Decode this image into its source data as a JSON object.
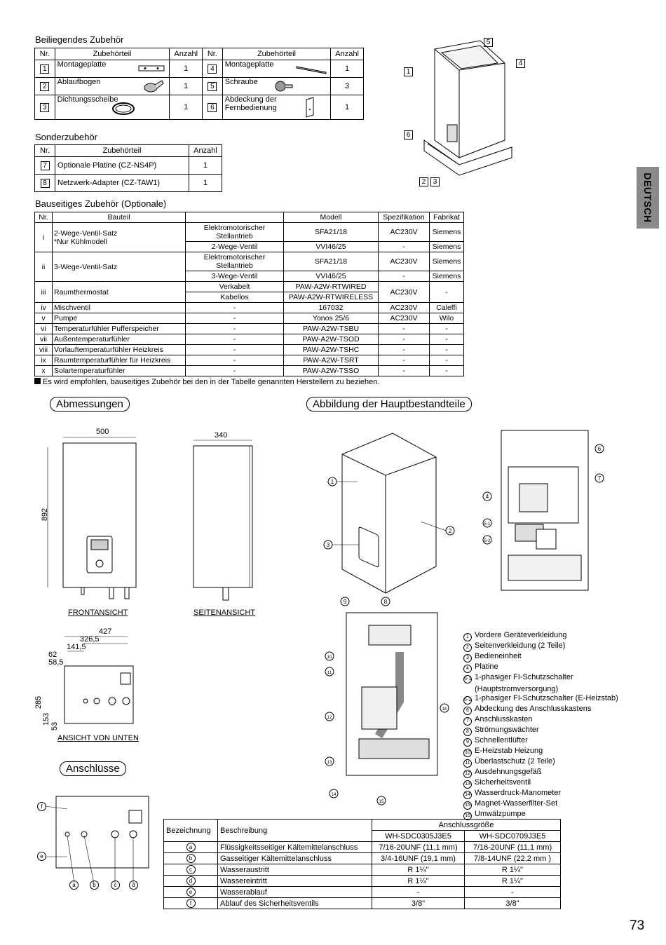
{
  "sidebar_tab": "DEUTSCH",
  "page_number": "73",
  "included": {
    "title": "Beiliegendes Zubehör",
    "headers": [
      "Nr.",
      "Zubehörteil",
      "Anzahl",
      "Nr.",
      "Zubehörteil",
      "Anzahl"
    ],
    "rows": [
      {
        "nr1": "1",
        "part1": "Montageplatte",
        "qty1": "1",
        "nr2": "4",
        "part2": "Montageplatte",
        "qty2": "1"
      },
      {
        "nr1": "2",
        "part1": "Ablaufbogen",
        "qty1": "1",
        "nr2": "5",
        "part2": "Schraube",
        "qty2": "3"
      },
      {
        "nr1": "3",
        "part1": "Dichtungsscheibe",
        "qty1": "1",
        "nr2": "6",
        "part2": "Abdeckung der Fernbedienung",
        "qty2": "1"
      }
    ]
  },
  "special": {
    "title": "Sonderzubehör",
    "headers": [
      "Nr.",
      "Zubehörteil",
      "Anzahl"
    ],
    "rows": [
      {
        "nr": "7",
        "part": "Optionale Platine (CZ-NS4P)",
        "qty": "1"
      },
      {
        "nr": "8",
        "part": "Netzwerk-Adapter (CZ-TAW1)",
        "qty": "1"
      }
    ]
  },
  "optional": {
    "title": "Bauseitiges Zubehör (Optionale)",
    "headers": [
      "Nr.",
      "Bauteil",
      "",
      "Modell",
      "Spezifikation",
      "Fabrikat"
    ],
    "i": {
      "nr": "i",
      "part": "2-Wege-Ventil-Satz\n*Nur Kühlmodell",
      "sub": [
        {
          "c": "Elektromotorischer Stellantrieb",
          "m": "SFA21/18",
          "s": "AC230V",
          "f": "Siemens"
        },
        {
          "c": "2-Wege-Ventil",
          "m": "VVI46/25",
          "s": "-",
          "f": "Siemens"
        }
      ]
    },
    "ii": {
      "nr": "ii",
      "part": "3-Wege-Ventil-Satz",
      "sub": [
        {
          "c": "Elektromotorischer Stellantrieb",
          "m": "SFA21/18",
          "s": "AC230V",
          "f": "Siemens"
        },
        {
          "c": "3-Wege-Ventil",
          "m": "VVI46/25",
          "s": "-",
          "f": "Siemens"
        }
      ]
    },
    "iii": {
      "nr": "iii",
      "part": "Raumthermostat",
      "spec": "AC230V",
      "fab": "-",
      "sub": [
        {
          "c": "Verkabelt",
          "m": "PAW-A2W-RTWIRED"
        },
        {
          "c": "Kabellos",
          "m": "PAW-A2W-RTWIRELESS"
        }
      ]
    },
    "rows": [
      {
        "nr": "iv",
        "part": "Mischventil",
        "c": "-",
        "m": "167032",
        "s": "AC230V",
        "f": "Caleffi"
      },
      {
        "nr": "v",
        "part": "Pumpe",
        "c": "-",
        "m": "Yonos 25/6",
        "s": "AC230V",
        "f": "Wilo"
      },
      {
        "nr": "vi",
        "part": "Temperaturfühler Pufferspeicher",
        "c": "-",
        "m": "PAW-A2W-TSBU",
        "s": "-",
        "f": "-"
      },
      {
        "nr": "vii",
        "part": "Außentemperaturfühler",
        "c": "-",
        "m": "PAW-A2W-TSOD",
        "s": "-",
        "f": "-"
      },
      {
        "nr": "viii",
        "part": "Vorlauftemperaturfühler Heizkreis",
        "c": "-",
        "m": "PAW-A2W-TSHC",
        "s": "-",
        "f": "-"
      },
      {
        "nr": "ix",
        "part": "Raumtemperaturfühler für Heizkreis",
        "c": "-",
        "m": "PAW-A2W-TSRT",
        "s": "-",
        "f": "-"
      },
      {
        "nr": "x",
        "part": "Solartemperaturfühler",
        "c": "-",
        "m": "PAW-A2W-TSSO",
        "s": "-",
        "f": "-"
      }
    ],
    "note": "Es wird empfohlen, bauseitiges Zubehör bei den in der Tabelle genannten Herstellern zu beziehen."
  },
  "dims": {
    "title": "Abmessungen",
    "front_label": "FRONTANSICHT",
    "side_label": "SEITENANSICHT",
    "bottom_label": "ANSICHT VON UNTEN",
    "w500": "500",
    "h892": "892",
    "d340": "340",
    "b427": "427",
    "b326": "326,5",
    "b141": "141,5",
    "b62": "62",
    "b58": "58,5",
    "b285": "285",
    "b153": "153",
    "b53": "53"
  },
  "parts_fig": {
    "title": "Abbildung der Hauptbestandteile",
    "legend": [
      {
        "n": "1",
        "t": "Vordere Geräteverkleidung"
      },
      {
        "n": "2",
        "t": "Seitenverkleidung (2 Teile)"
      },
      {
        "n": "3",
        "t": "Bedieneinheit"
      },
      {
        "n": "4",
        "t": "Platine"
      },
      {
        "n": "5-1",
        "t": "1-phasiger FI-Schutzschalter"
      },
      {
        "n": "",
        "t": "(Hauptstromversorgung)"
      },
      {
        "n": "5-2",
        "t": "1-phasiger FI-Schutzschalter (E-Heizstab)"
      },
      {
        "n": "6",
        "t": "Abdeckung des Anschlusskastens"
      },
      {
        "n": "7",
        "t": "Anschlusskasten"
      },
      {
        "n": "8",
        "t": "Strömungswächter"
      },
      {
        "n": "9",
        "t": "Schnellentlüfter"
      },
      {
        "n": "10",
        "t": "E-Heizstab Heizung"
      },
      {
        "n": "11",
        "t": "Überlastschutz (2 Teile)"
      },
      {
        "n": "12",
        "t": "Ausdehnungsgefäß"
      },
      {
        "n": "13",
        "t": "Sicherheitsventil"
      },
      {
        "n": "14",
        "t": "Wasserdruck-Manometer"
      },
      {
        "n": "15",
        "t": "Magnet-Wasserfilter-Set"
      },
      {
        "n": "16",
        "t": "Umwälzpumpe"
      }
    ]
  },
  "connections": {
    "title": "Anschlüsse",
    "h_bez": "Bezeichnung",
    "h_desc": "Beschreibung",
    "h_size": "Anschlussgröße",
    "h_m1": "WH-SDC0305J3E5",
    "h_m2": "WH-SDC0709J3E5",
    "rows": [
      {
        "k": "a",
        "d": "Flüssigkeitsseitiger Kältemittelanschluss",
        "v1": "7/16-20UNF (11,1 mm)",
        "v2": "7/16-20UNF (11,1 mm)"
      },
      {
        "k": "b",
        "d": "Gasseitiger Kältemittelanschluss",
        "v1": "3/4-16UNF (19,1 mm)",
        "v2": "7/8-14UNF (22,2 mm )"
      },
      {
        "k": "c",
        "d": "Wasseraustritt",
        "v1": "R 1¼\"",
        "v2": "R 1¼\""
      },
      {
        "k": "d",
        "d": "Wassereintritt",
        "v1": "R 1¼\"",
        "v2": "R 1¼\""
      },
      {
        "k": "e",
        "d": "Wasserablauf",
        "v1": "-",
        "v2": "-"
      },
      {
        "k": "f",
        "d": "Ablauf des Sicherheitsventils",
        "v1": "3/8\"",
        "v2": "3/8\""
      }
    ]
  }
}
